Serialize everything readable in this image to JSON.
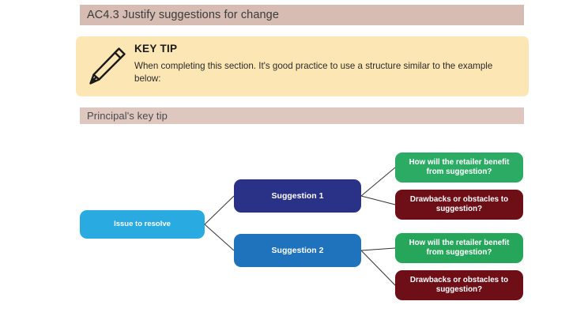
{
  "header": {
    "title_band": "AC4.3 Justify suggestions for change",
    "sub_band": "Principal's key tip"
  },
  "keytip": {
    "icon": "pencil-icon",
    "title": "KEY TIP",
    "text": "When completing this section. It's good practice to use a structure similar to the example below:"
  },
  "diagram": {
    "nodes": {
      "issue": "Issue to resolve",
      "suggestion_1": "Suggestion 1",
      "suggestion_2": "Suggestion 2",
      "benefit_1": "How will the retailer benefit from suggestion?",
      "drawback_1": "Drawbacks or obstacles to suggestion?",
      "benefit_2": "How will the retailer benefit from suggestion?",
      "drawback_2": "Drawbacks or obstacles to suggestion?"
    },
    "colors": {
      "issue": "#29ABE2",
      "suggestion_1": "#2A3288",
      "suggestion_2": "#1F73BC",
      "benefit": "#2BAB63",
      "drawback": "#6E0F18",
      "connector": "#333333"
    }
  },
  "theme": {
    "band": "#D6BCB2",
    "band_sub": "#DDC7BF",
    "keytip_bg": "#FCE6B4",
    "page_bg": "#FFFFFF"
  }
}
